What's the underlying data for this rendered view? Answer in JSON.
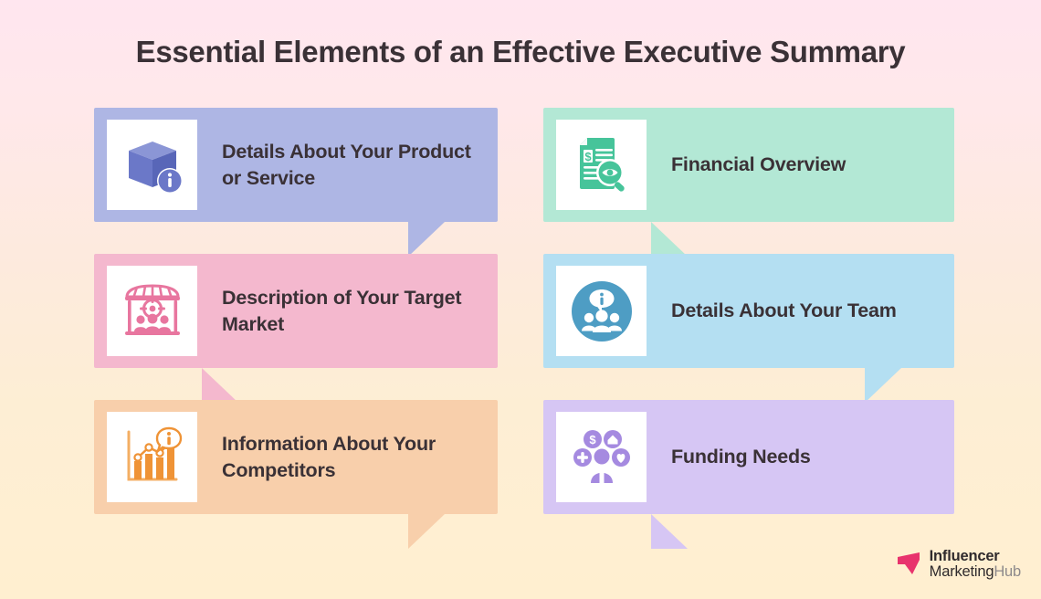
{
  "page": {
    "title": "Essential Elements of an Effective Executive Summary",
    "background_top_color": "#ffe6ef",
    "background_bottom_color": "#ffefd0"
  },
  "cards": [
    {
      "id": "product-service",
      "label": "Details About Your Product or Service",
      "icon": "box-info-icon",
      "bubble_color": "#aeb6e4",
      "icon_color": "#6b78c8",
      "icon_color_dark": "#5866b8",
      "icon_color_light": "#8b96d6",
      "tail_side": "right"
    },
    {
      "id": "financial-overview",
      "label": "Financial Overview",
      "icon": "document-dollar-magnifier-icon",
      "bubble_color": "#b3e8d5",
      "icon_color": "#46c49a",
      "icon_color_dark": "#35b68b",
      "icon_color_light": "#6ed3b0",
      "tail_side": "left"
    },
    {
      "id": "target-market",
      "label": "Description of Your Target Market",
      "icon": "storefront-target-icon",
      "bubble_color": "#f4b8ce",
      "icon_color": "#e8769f",
      "icon_color_dark": "#de5d8d",
      "icon_color_light": "#f09ab9",
      "tail_side": "left"
    },
    {
      "id": "team-details",
      "label": "Details About Your Team",
      "icon": "team-info-icon",
      "bubble_color": "#b4dff2",
      "icon_color": "#4e9dc4",
      "icon_color_dark": "#3f8cb4",
      "icon_color_light": "#7bbad8",
      "tail_side": "right"
    },
    {
      "id": "competitors-info",
      "label": "Information About Your Competitors",
      "icon": "bar-chart-info-icon",
      "bubble_color": "#f8cfab",
      "icon_color": "#ef9336",
      "icon_color_dark": "#e0832a",
      "icon_color_light": "#f4ae63",
      "tail_side": "right"
    },
    {
      "id": "funding-needs",
      "label": "Funding Needs",
      "icon": "person-benefits-icon",
      "bubble_color": "#d6c6f4",
      "icon_color": "#a58ae0",
      "icon_color_dark": "#9478d6",
      "icon_color_light": "#bca5ea",
      "tail_side": "left"
    }
  ],
  "logo": {
    "line1": "Influencer",
    "line2_dark": "Marketing",
    "line2_light": "Hub",
    "mark_color": "#e8336d"
  }
}
